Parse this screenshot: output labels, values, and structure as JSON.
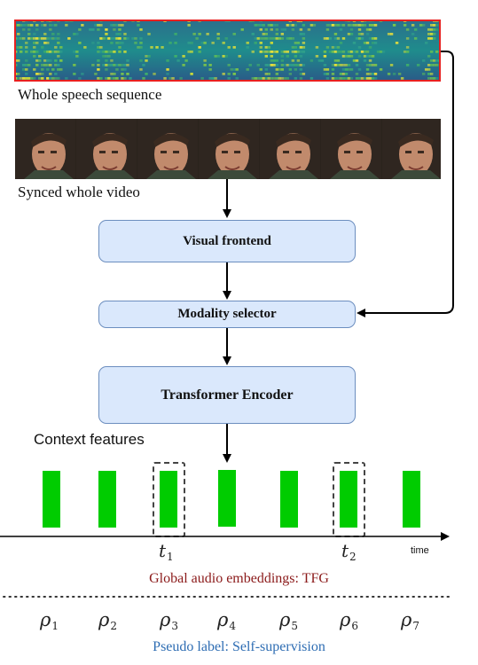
{
  "captions": {
    "speech": "Whole speech sequence",
    "video": "Synced whole video"
  },
  "boxes": {
    "visual_frontend": "Visual frontend",
    "modality_selector": "Modality selector",
    "transformer_encoder": "Transformer Encoder"
  },
  "context_features": "Context features",
  "time_label": "time",
  "time_markers": [
    {
      "symbol": "t",
      "sub": "1"
    },
    {
      "symbol": "t",
      "sub": "2"
    }
  ],
  "tfg_label": "Global audio embeddings: TFG",
  "pseudo_labels": [
    {
      "symbol": "ρ",
      "sub": "1"
    },
    {
      "symbol": "ρ",
      "sub": "2"
    },
    {
      "symbol": "ρ",
      "sub": "3"
    },
    {
      "symbol": "ρ",
      "sub": "4"
    },
    {
      "symbol": "ρ",
      "sub": "5"
    },
    {
      "symbol": "ρ",
      "sub": "6"
    },
    {
      "symbol": "ρ",
      "sub": "7"
    }
  ],
  "supervision_label": "Pseudo label: Self-supervision",
  "colors": {
    "box_fill": "#dae8fc",
    "box_border": "#6c8ebf",
    "feature_bar": "#00cc00",
    "spectrogram_border": "#e8201f",
    "tfg_text": "#8b1a1a",
    "supervision_text": "#2e6db3"
  }
}
